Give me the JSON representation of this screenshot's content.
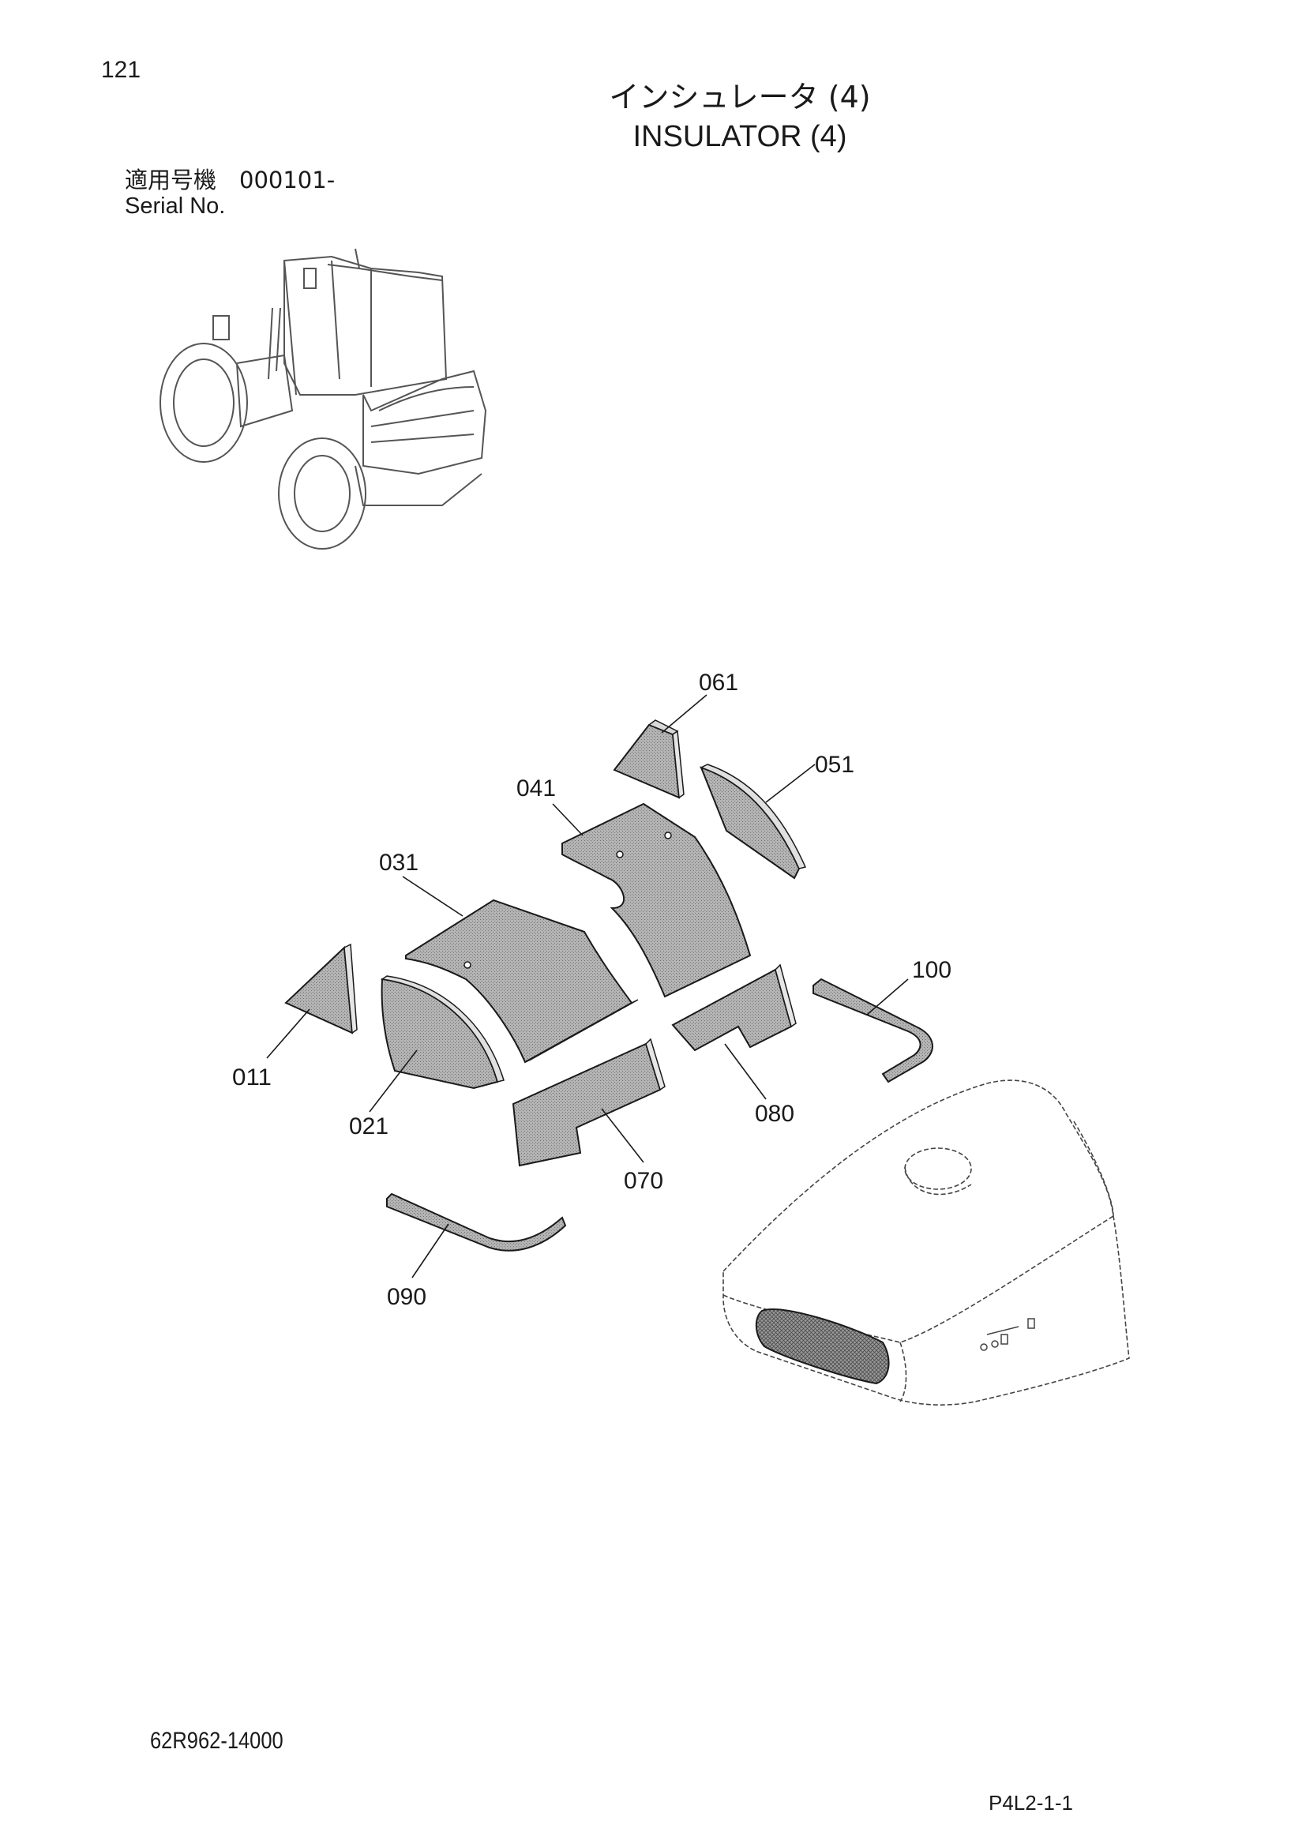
{
  "header": {
    "page_number": "121",
    "title_jp": "インシュレータ (4)",
    "title_en": "INSULATOR (4)",
    "serial_label_jp": "適用号機　000101-",
    "serial_label_en": "Serial No."
  },
  "callouts": [
    "061",
    "051",
    "041",
    "031",
    "100",
    "011",
    "021",
    "080",
    "070",
    "090"
  ],
  "footer": {
    "part_number": "62R962-14000",
    "page_code": "P4L2-1-1"
  },
  "colors": {
    "panel_fill": "#a8a8a8",
    "line": "#1a1a1a"
  }
}
